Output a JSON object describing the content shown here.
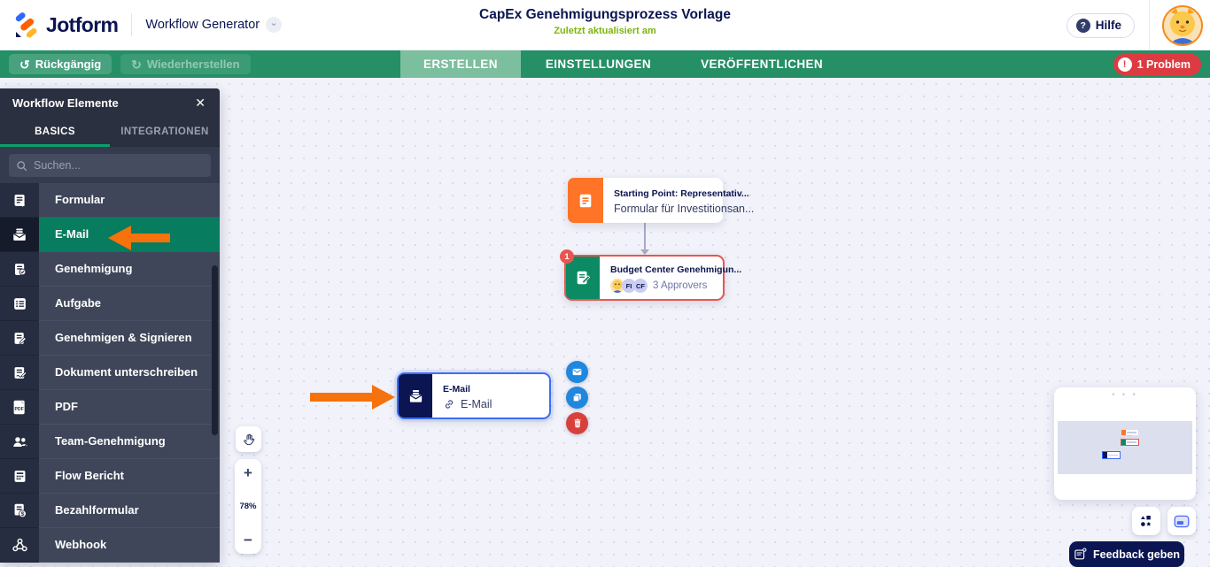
{
  "header": {
    "logo_text": "Jotform",
    "app_label": "Workflow Generator",
    "title": "CapEx Genehmigungsprozess Vorlage",
    "subtitle": "Zuletzt aktualisiert am",
    "help_label": "Hilfe"
  },
  "toolbar": {
    "undo_label": "Rückgängig",
    "redo_label": "Wiederherstellen",
    "tabs": [
      {
        "label": "ERSTELLEN",
        "active": true
      },
      {
        "label": "EINSTELLUNGEN",
        "active": false
      },
      {
        "label": "VERÖFFENTLICHEN",
        "active": false
      }
    ],
    "problem_label": "1 Problem"
  },
  "sidebar": {
    "title": "Workflow Elemente",
    "tabs": [
      {
        "label": "BASICS",
        "active": true
      },
      {
        "label": "INTEGRATIONEN",
        "active": false
      }
    ],
    "search_placeholder": "Suchen...",
    "active_index": 1,
    "items": [
      {
        "label": "Formular",
        "icon": "form-icon"
      },
      {
        "label": "E-Mail",
        "icon": "mail-icon"
      },
      {
        "label": "Genehmigung",
        "icon": "approval-icon"
      },
      {
        "label": "Aufgabe",
        "icon": "task-icon"
      },
      {
        "label": "Genehmigen & Signieren",
        "icon": "approve-sign-icon"
      },
      {
        "label": "Dokument unterschreiben",
        "icon": "sign-document-icon"
      },
      {
        "label": "PDF",
        "icon": "pdf-icon"
      },
      {
        "label": "Team-Genehmigung",
        "icon": "team-approval-icon"
      },
      {
        "label": "Flow Bericht",
        "icon": "flow-report-icon"
      },
      {
        "label": "Bezahlformular",
        "icon": "payment-form-icon"
      },
      {
        "label": "Webhook",
        "icon": "webhook-icon"
      }
    ]
  },
  "canvas": {
    "nodes": {
      "start": {
        "title": "Starting Point: Representativ...",
        "subtitle": "Formular für Investitionsan..."
      },
      "approval": {
        "title": "Budget Center Genehmigun...",
        "badge": "1",
        "chips": [
          "FI",
          "CF"
        ],
        "approvers_label": "3 Approvers"
      },
      "email": {
        "title": "E-Mail",
        "link_label": "E-Mail"
      }
    },
    "controls": {
      "zoom_percent": "78%",
      "plus": "+",
      "minus": "−"
    }
  },
  "icons_text": {
    "close": "✕",
    "chevron_down": "⌄",
    "undo": "↺",
    "redo": "↻",
    "warning": "!",
    "question": "?",
    "minimap_dots": "• • •"
  },
  "feedback": {
    "label": "Feedback geben"
  },
  "colors": {
    "navy": "#0a1551",
    "toolbar_green": "#259066",
    "active_tab_green": "#7cbf9e",
    "sidebar_highlight_green": "#077c5e",
    "success_green": "#7cb60a",
    "orange_accent": "#ff7426",
    "arrow_orange": "#f6720c",
    "error_red": "#e8564f",
    "selection_blue": "#3b6ef5",
    "action_blue": "#1f87dd",
    "action_red": "#d8403c"
  }
}
